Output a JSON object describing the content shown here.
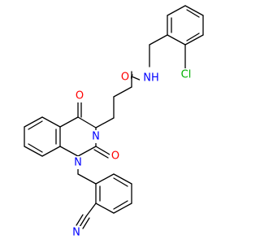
{
  "atoms": {
    "amide_o": {
      "label": "O",
      "color": "#ff0000"
    },
    "amide_nh": {
      "label": "NH",
      "color": "#0000ff"
    },
    "chloro": {
      "label": "Cl",
      "color": "#00b000"
    },
    "ring_o_top": {
      "label": "O",
      "color": "#ff0000"
    },
    "ring_n3": {
      "label": "N",
      "color": "#0000ff"
    },
    "ring_o_right": {
      "label": "O",
      "color": "#ff0000"
    },
    "ring_n1": {
      "label": "N",
      "color": "#0000ff"
    },
    "nitrile_n": {
      "label": "N",
      "color": "#0000ff"
    }
  }
}
